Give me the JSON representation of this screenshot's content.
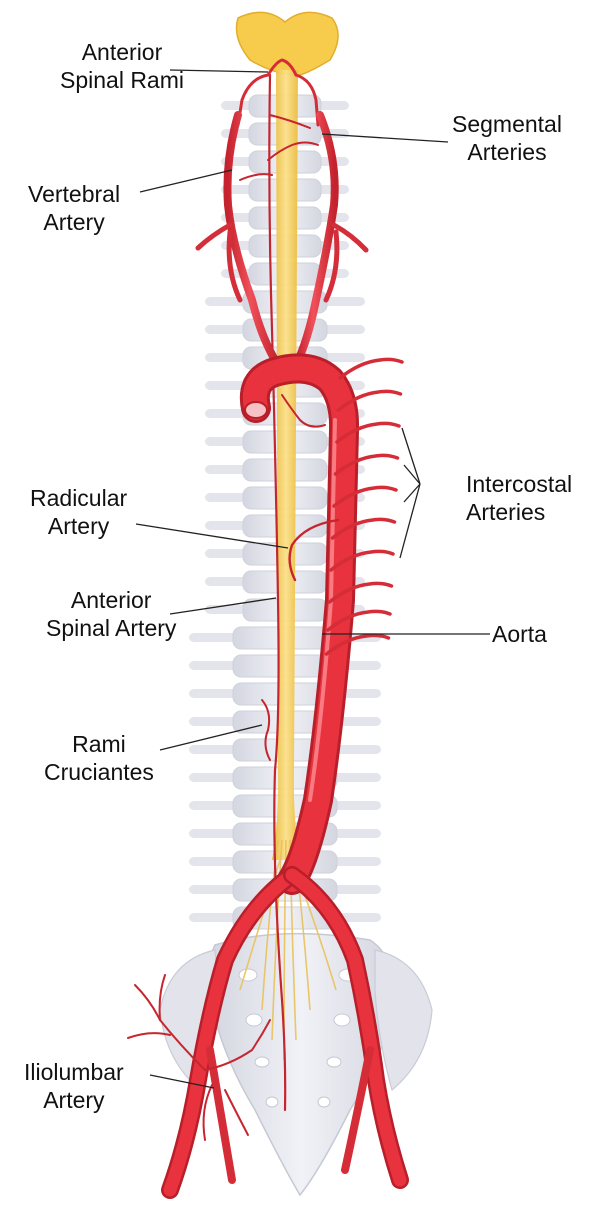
{
  "colors": {
    "artery": "#e8323d",
    "artery_dark": "#b81f2a",
    "artery_highlight": "#ff9aa0",
    "spinal_cord": "#f2c64a",
    "spinal_cord_light": "#fbe08a",
    "bone": "#e6e7ee",
    "bone_shadow": "#c9cbd6",
    "leader_line": "#222222"
  },
  "labels": {
    "anterior_spinal_rami": [
      "Anterior",
      "Spinal Rami"
    ],
    "segmental_arteries": [
      "Segmental",
      "Arteries"
    ],
    "vertebral_artery": [
      "Vertebral",
      "Artery"
    ],
    "radicular_artery": [
      "Radicular",
      "Artery"
    ],
    "intercostal_arteries": [
      "Intercostal",
      "Arteries"
    ],
    "anterior_spinal_artery": [
      "Anterior",
      "Spinal Artery"
    ],
    "aorta": [
      "Aorta"
    ],
    "rami_cruciantes": [
      "Rami",
      "Cruciantes"
    ],
    "iliolumbar_artery": [
      "Iliolumbar",
      "Artery"
    ]
  },
  "structures": {
    "spinal_column": "bone",
    "spinal_cord": "nerve",
    "aorta": "artery",
    "intercostal_branches": "artery"
  }
}
